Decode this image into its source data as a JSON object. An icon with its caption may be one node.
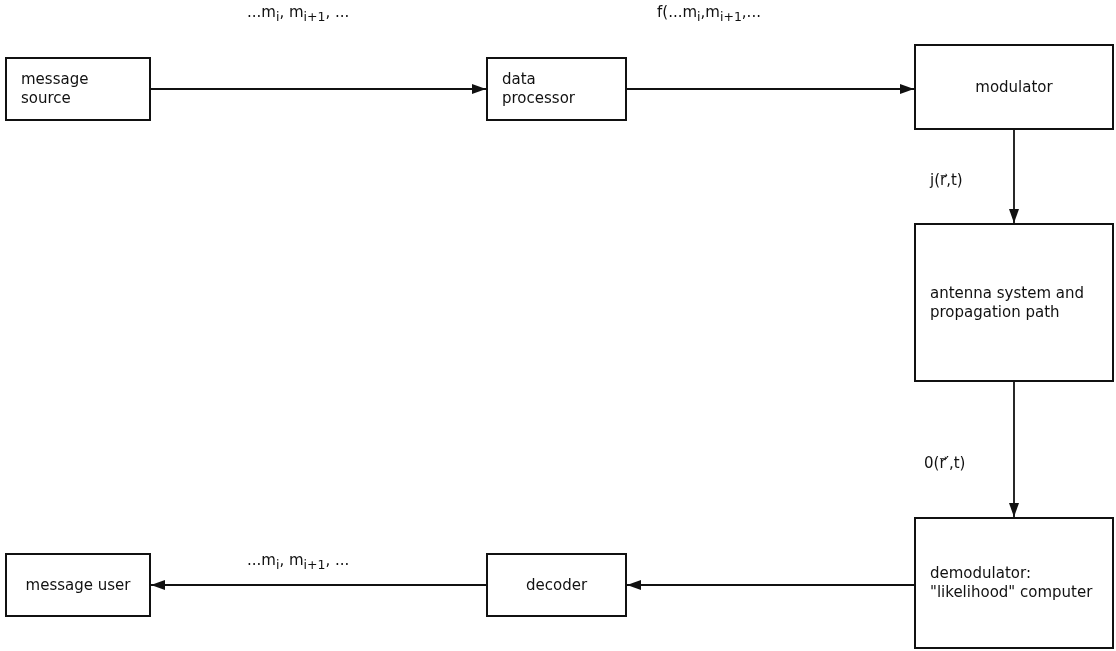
{
  "diagram": {
    "nodes": [
      {
        "text": [
          "message source"
        ]
      },
      {
        "text": [
          "data processor"
        ]
      },
      {
        "text": [
          "modulator"
        ]
      },
      {
        "text": [
          "antenna system and propagation path"
        ]
      },
      {
        "text": [
          "demodulator: \"likelihood\" computer"
        ]
      },
      {
        "text": [
          "decoder"
        ]
      },
      {
        "text": [
          "message user"
        ]
      }
    ],
    "edges": [
      {
        "from": 0,
        "to": 1,
        "arrow": "to",
        "label": "...m$_{i}$, m$_{i+1}$, ..."
      },
      {
        "from": 1,
        "to": 2,
        "arrow": "to",
        "label": "f(...m$_{i}$,m$_{i+1}$,..."
      },
      {
        "from": 2,
        "to": 3,
        "arrow": "to",
        "label": "j(r⃗,t)"
      },
      {
        "from": 3,
        "to": 4,
        "arrow": "to",
        "label": "0(r⃗′,t)"
      },
      {
        "from": 4,
        "to": 5,
        "arrow": "to"
      },
      {
        "from": 5,
        "to": 6,
        "arrow": "to",
        "label": "...m$_{i}$, m$_{i+1}$, ..."
      }
    ]
  }
}
